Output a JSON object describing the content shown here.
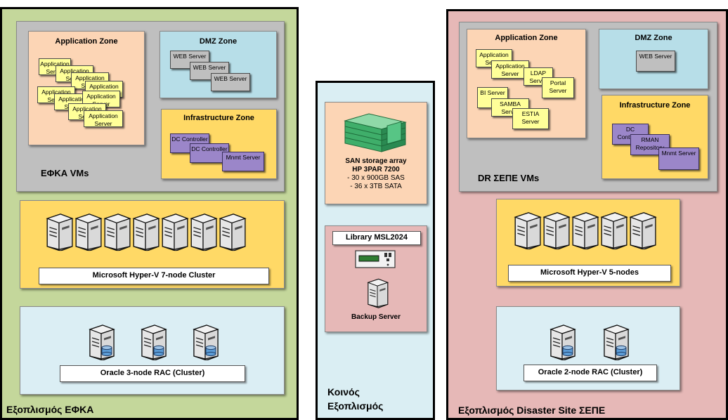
{
  "left_site": {
    "title": "Εξοπλισμός ΕΦΚΑ",
    "vms_label": "ΕΦΚΑ VMs",
    "app_zone": {
      "title": "Application Zone",
      "servers": [
        "Application Server",
        "Application Server",
        "Application Server",
        "Application Server",
        "Application Server",
        "Application Server",
        "Application Server",
        "Application Server",
        "Application Server"
      ]
    },
    "dmz_zone": {
      "title": "DMZ Zone",
      "servers": [
        "WEB Server",
        "WEB Server",
        "WEB Server"
      ]
    },
    "infra_zone": {
      "title": "Infrastructure Zone",
      "servers": [
        "DC Controller",
        "DC Controller",
        "Mnmt Server"
      ]
    },
    "hyperv_label": "Microsoft Hyper-V 7-node Cluster",
    "oracle_label": "Oracle 3-node RAC (Cluster)"
  },
  "middle": {
    "title_line1": "Κοινός",
    "title_line2": "Εξοπλισμός",
    "san": {
      "line1": "SAN storage array",
      "line2": "HP 3PAR 7200",
      "line3": "- 30 x 900GB SAS",
      "line4": "- 36 x 3TB SATA"
    },
    "library_label": "Library MSL2024",
    "backup_label": "Backup Server"
  },
  "right_site": {
    "title": "Εξοπλισμός Disaster Site ΣΕΠΕ",
    "vms_label": "DR ΣΕΠΕ VMs",
    "app_zone": {
      "title": "Application Zone",
      "servers": [
        "Application Server",
        "Application Server",
        "LDAP Server",
        "Portal Server",
        "BI Server",
        "SAMBA Server",
        "ESTIA Server"
      ]
    },
    "dmz_zone": {
      "title": "DMZ Zone",
      "servers": [
        "WEB Server"
      ]
    },
    "infra_zone": {
      "title": "Infrastructure Zone",
      "servers": [
        "DC Controller",
        "RMAN Repository",
        "Mnmt Server"
      ]
    },
    "hyperv_label": "Microsoft Hyper-V 5-nodes",
    "oracle_label": "Oracle 2-node RAC (Cluster)"
  },
  "colors": {
    "left_bg": "#c4d79b",
    "middle_bg": "#daeef3",
    "right_bg": "#e6b8b7",
    "vm_area": "#bfbfbf",
    "app_zone": "#fcd5b5",
    "dmz_zone": "#b7dee8",
    "infra_zone": "#ffd966",
    "hyperv_zone": "#ffd966",
    "oracle_zone": "#dbeef4",
    "vm_box": "#ffff99",
    "dc_box": "#9b86c9"
  }
}
